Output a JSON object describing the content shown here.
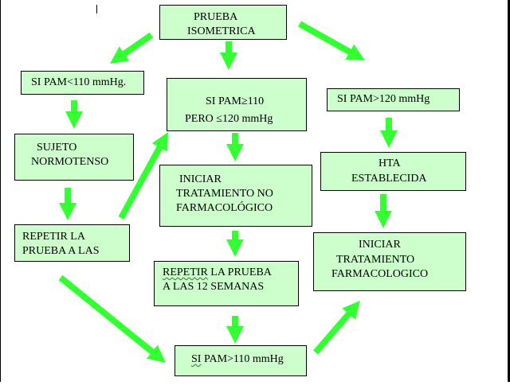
{
  "colors": {
    "box_fill": "#ccffcc",
    "box_border": "#000000",
    "arrow": "#33ff33",
    "text": "#000000"
  },
  "nodes": {
    "prueba_isometrica": {
      "line1": "PRUEBA",
      "line2": "ISOMETRICA"
    },
    "pam_menor_110": {
      "text": "SI PAM<110 mmHg."
    },
    "pam_entre": {
      "line1": "SI PAM≥110",
      "line2": "PERO ≤120 mmHg"
    },
    "pam_mayor_120": {
      "text": "SI PAM>120 mmHg"
    },
    "sujeto_normotenso": {
      "line1": "SUJETO",
      "line2": "NORMOTENSO"
    },
    "iniciar_no_farmacologico": {
      "line1": "INICIAR",
      "line2": "TRATAMIENTO NO",
      "line3": "FARMACOLÓGICO"
    },
    "hta_establecida": {
      "line1": "HTA",
      "line2": "ESTABLECIDA"
    },
    "repetir_prueba_a_las": {
      "line1": "REPETIR LA",
      "line2": "PRUEBA A LAS"
    },
    "repetir_12_semanas": {
      "line1_a": "REPETIR",
      "line1_b": " LA PRUEBA",
      "line2": "A LAS 12 SEMANAS"
    },
    "iniciar_farmacologico": {
      "line1": "INICIAR",
      "line2": "TRATAMIENTO",
      "line3": "FARMACOLOGICO"
    },
    "pam_mayor_110": {
      "text_a": "SI",
      "text_b": " PAM>110 mmHg"
    }
  },
  "edges": [
    {
      "from": "prueba_isometrica",
      "to": "pam_menor_110"
    },
    {
      "from": "prueba_isometrica",
      "to": "pam_entre"
    },
    {
      "from": "prueba_isometrica",
      "to": "pam_mayor_120"
    },
    {
      "from": "pam_menor_110",
      "to": "sujeto_normotenso"
    },
    {
      "from": "sujeto_normotenso",
      "to": "repetir_prueba_a_las"
    },
    {
      "from": "repetir_prueba_a_las",
      "to": "pam_entre"
    },
    {
      "from": "repetir_prueba_a_las",
      "to": "pam_mayor_110"
    },
    {
      "from": "pam_entre",
      "to": "iniciar_no_farmacologico"
    },
    {
      "from": "iniciar_no_farmacologico",
      "to": "repetir_12_semanas"
    },
    {
      "from": "repetir_12_semanas",
      "to": "pam_mayor_110"
    },
    {
      "from": "pam_mayor_110",
      "to": "iniciar_farmacologico"
    },
    {
      "from": "pam_mayor_120",
      "to": "hta_establecida"
    },
    {
      "from": "hta_establecida",
      "to": "iniciar_farmacologico"
    }
  ]
}
